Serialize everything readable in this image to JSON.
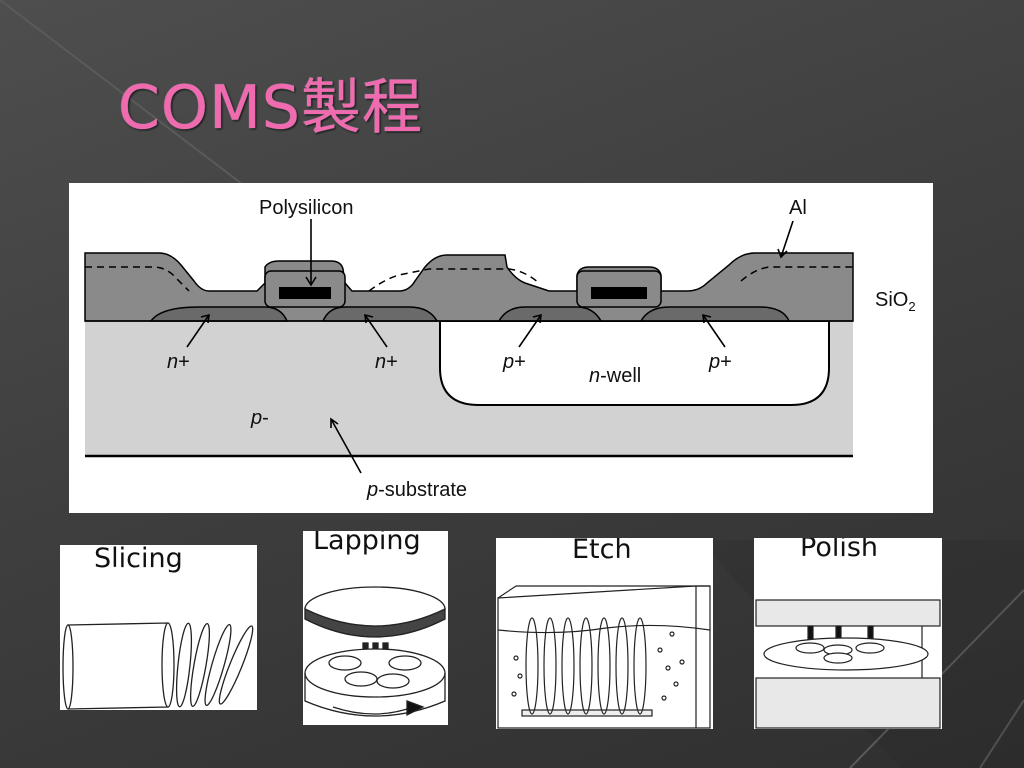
{
  "slide": {
    "title": "COMS製程"
  },
  "cmos_diagram": {
    "labels": {
      "polysilicon": "Polysilicon",
      "al": "Al",
      "sio2_main": "SiO",
      "sio2_sub": "2",
      "n1_main": "n",
      "n1_suffix": "+",
      "n2_main": "n",
      "n2_suffix": "+",
      "p1_main": "p",
      "p1_suffix": "+",
      "p2_main": "p",
      "p2_suffix": "+",
      "nwell_main": "n",
      "nwell_suffix": "-well",
      "pminus_main": "p",
      "pminus_suffix": "-",
      "psubstrate_main": "p",
      "psubstrate_suffix": "-substrate"
    }
  },
  "process_steps": [
    {
      "label": "Slicing"
    },
    {
      "label": "Lapping"
    },
    {
      "label": "Etch"
    },
    {
      "label": "Polish"
    }
  ],
  "colors": {
    "title": "#f06ab0",
    "oxide": "#8a8a8a",
    "substrate": "#d2d2d2",
    "gate": "#000000"
  }
}
